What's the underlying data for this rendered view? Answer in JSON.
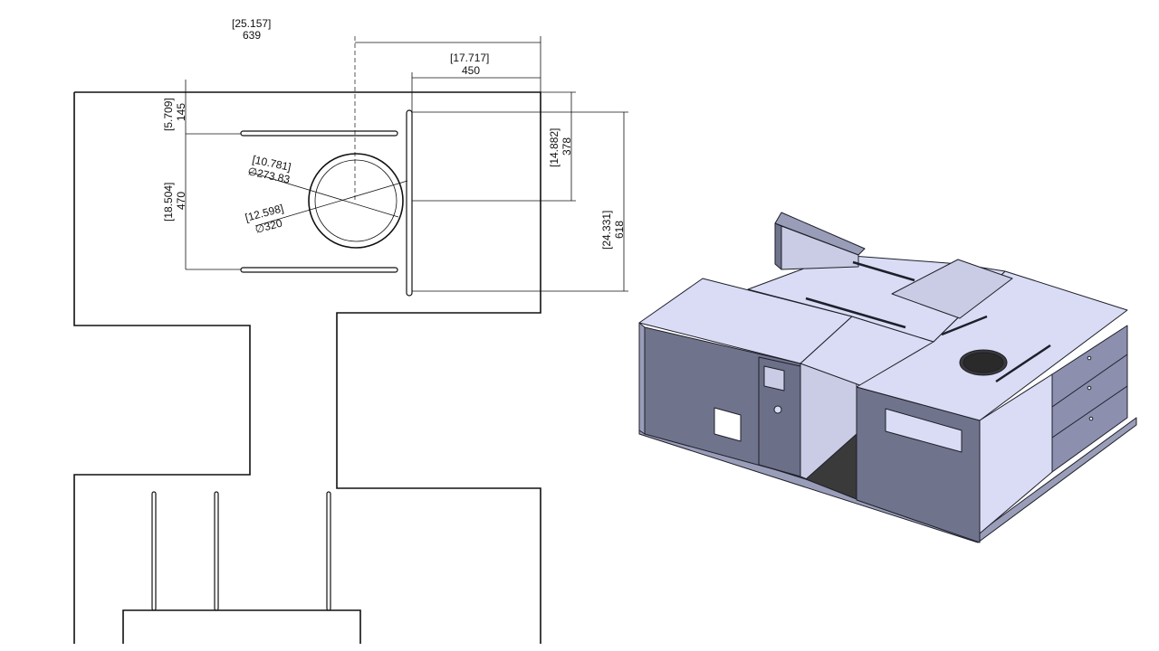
{
  "drawing": {
    "dimensions": {
      "overall_width": {
        "inch": "[25.157]",
        "mm": "639"
      },
      "right_section_width": {
        "inch": "[17.717]",
        "mm": "450"
      },
      "top_offset": {
        "inch": "[5.709]",
        "mm": "145"
      },
      "slot_span": {
        "inch": "[18.504]",
        "mm": "470"
      },
      "inner_diameter": {
        "inch": "[10.781]",
        "mm": "∅273.83"
      },
      "outer_diameter": {
        "inch": "[12.598]",
        "mm": "∅320"
      },
      "right_inner_height": {
        "inch": "[14.882]",
        "mm": "378"
      },
      "right_outer_height": {
        "inch": "[24.331]",
        "mm": "618"
      }
    }
  },
  "model": {
    "colors": {
      "top_face": "#d9dcf4",
      "front_face": "#70738c",
      "side_face": "#9a9db8",
      "edge": "#1e1f2a"
    }
  }
}
